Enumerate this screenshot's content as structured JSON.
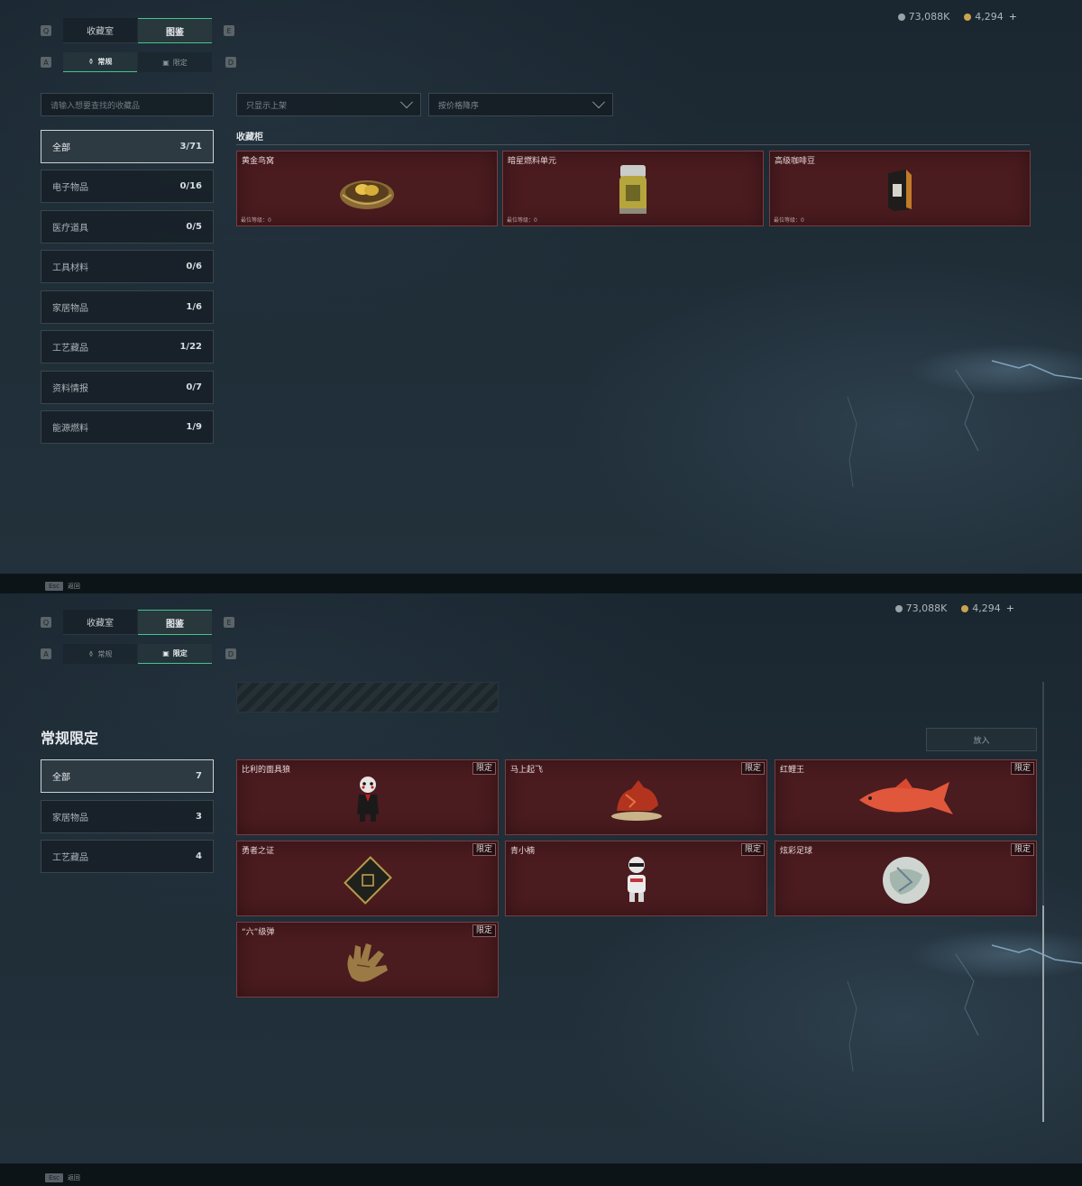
{
  "currency": {
    "silver": "73,088K",
    "gold": "4,294",
    "plus": "+"
  },
  "tabs": {
    "main": [
      "收藏室",
      "图鉴"
    ],
    "sub": [
      "常规",
      "限定"
    ],
    "key_left": "Q",
    "key_right": "E",
    "subkey_left": "A",
    "subkey_right": "D"
  },
  "screen1": {
    "search_placeholder": "请输入想要查找的收藏品",
    "filter_label": "只显示上架",
    "sort_label": "按价格降序",
    "section_title": "收藏柜",
    "categories": [
      {
        "label": "全部",
        "count": "3/71"
      },
      {
        "label": "电子物品",
        "count": "0/16"
      },
      {
        "label": "医疗道具",
        "count": "0/5"
      },
      {
        "label": "工具材料",
        "count": "0/6"
      },
      {
        "label": "家居物品",
        "count": "1/6"
      },
      {
        "label": "工艺藏品",
        "count": "1/22"
      },
      {
        "label": "资料情报",
        "count": "0/7"
      },
      {
        "label": "能源燃料",
        "count": "1/9"
      }
    ],
    "items": [
      {
        "name": "黄金鸟窝",
        "level": "最位等级：0",
        "icon": "golden-nest-icon"
      },
      {
        "name": "暗星燃料单元",
        "level": "最位等级：0",
        "icon": "fuel-cell-icon"
      },
      {
        "name": "高级咖啡豆",
        "level": "最位等级：0",
        "icon": "coffee-bag-icon"
      }
    ],
    "esc_key": "Esc",
    "esc_label": "返回"
  },
  "screen2": {
    "title": "常规限定",
    "put_button": "放入",
    "categories": [
      {
        "label": "全部",
        "count": "7"
      },
      {
        "label": "家居物品",
        "count": "3"
      },
      {
        "label": "工艺藏品",
        "count": "4"
      }
    ],
    "tag": "限定",
    "items": [
      {
        "name": "比利的面具狼",
        "icon": "jigsaw-doll-icon"
      },
      {
        "name": "马上起飞",
        "icon": "red-horse-icon"
      },
      {
        "name": "红鲤王",
        "icon": "red-carp-icon"
      },
      {
        "name": "勇者之证",
        "icon": "badge-card-icon"
      },
      {
        "name": "青小楠",
        "icon": "robot-figure-icon"
      },
      {
        "name": "炫彩足球",
        "icon": "soccer-ball-icon"
      },
      {
        "name": "“六”级弹",
        "icon": "golden-hand-icon"
      }
    ],
    "esc_key": "Esc",
    "esc_label": "返回"
  },
  "colors": {
    "accent": "#45c38f",
    "card_bg": "#4a1b1f",
    "card_border": "#7a3d42"
  }
}
